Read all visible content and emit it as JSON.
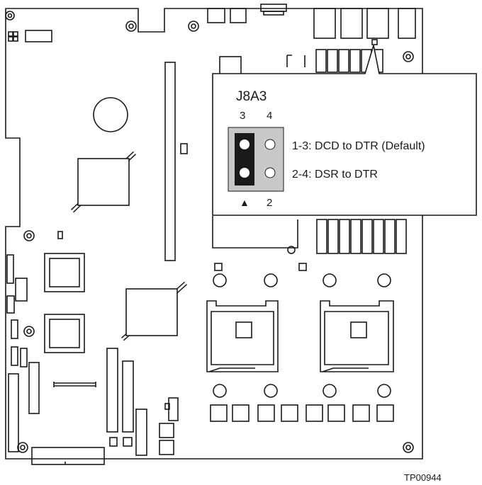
{
  "callout": {
    "title": "J8A3",
    "pin_top_left": "3",
    "pin_top_right": "4",
    "pin_bottom_right": "2",
    "pin1_marker": "▲",
    "setting_1": "1-3: DCD to DTR (Default)",
    "setting_2": "2-4: DSR to DTR"
  },
  "figure_id": "TP00944",
  "colors": {
    "jumper_cap": "#1a1a1a",
    "header_bg": "#c8c8c8",
    "board_outline": "#1a1a1a"
  }
}
